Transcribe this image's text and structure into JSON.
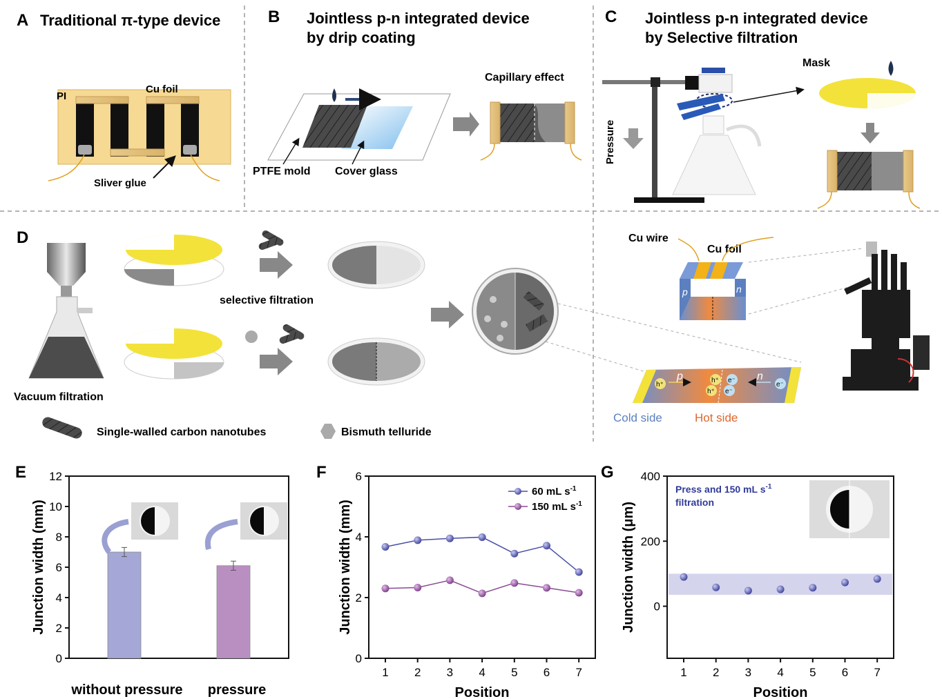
{
  "panels": {
    "A": {
      "letter": "A",
      "title": "Traditional π-type device",
      "labels": {
        "pi": "PI",
        "cu_foil": "Cu foil",
        "glue": "Sliver glue"
      }
    },
    "B": {
      "letter": "B",
      "title_line1": "Jointless p-n integrated device",
      "title_line2": "by drip coating",
      "labels": {
        "capillary": "Capillary effect",
        "ptfe": "PTFE mold",
        "cover_glass": "Cover glass"
      }
    },
    "C": {
      "letter": "C",
      "title_line1": "Jointless p-n integrated device",
      "title_line2": "by Selective filtration",
      "labels": {
        "mask": "Mask",
        "pressure": "Pressure"
      }
    },
    "D": {
      "letter": "D",
      "labels": {
        "vacuum": "Vacuum filtration",
        "selective": "selective filtration",
        "swcnt": "Single-walled carbon nanotubes",
        "bite": "Bismuth telluride",
        "cu_wire": "Cu wire",
        "cu_foil": "Cu foil",
        "p": "p",
        "n": "n",
        "cold": "Cold side",
        "hot": "Hot side",
        "hole": "h⁺",
        "electron": "e⁻"
      }
    },
    "E": {
      "letter": "E"
    },
    "F": {
      "letter": "F"
    },
    "G": {
      "letter": "G",
      "annotation_line1": "Press and 150 mL s",
      "annotation_sup": "-1",
      "annotation_line2": "filtration"
    }
  },
  "colors": {
    "yellow": "#f3e23a",
    "orange": "#e9793a",
    "blue": "#5b7fbf",
    "bar_blue": "#a5a8d6",
    "bar_purple": "#b98fc2",
    "series_blue": "#4a4ea8",
    "series_purple": "#8a4a94"
  },
  "chart_data": [
    {
      "id": "E",
      "type": "bar",
      "categories": [
        "without pressure",
        "pressure"
      ],
      "values": [
        7.0,
        6.1
      ],
      "errors": [
        0.3,
        0.3
      ],
      "colors": [
        "#a5a8d6",
        "#b98fc2"
      ],
      "xlabel": "",
      "ylabel": "Junction width (mm)",
      "ylim": [
        0,
        12
      ],
      "yticks": [
        0,
        2,
        4,
        6,
        8,
        10,
        12
      ]
    },
    {
      "id": "F",
      "type": "line",
      "x": [
        1,
        2,
        3,
        4,
        5,
        6,
        7
      ],
      "series": [
        {
          "name": "60 mL s",
          "sup": "-1",
          "values": [
            3.67,
            3.89,
            3.95,
            3.99,
            3.45,
            3.71,
            2.84
          ],
          "color": "#4a4ea8"
        },
        {
          "name": "150 mL s",
          "sup": "-1",
          "values": [
            2.3,
            2.33,
            2.57,
            2.14,
            2.48,
            2.32,
            2.16
          ],
          "color": "#8a4a94"
        }
      ],
      "xlabel": "Position",
      "ylabel": "Junction width (mm)",
      "ylim": [
        0,
        6
      ],
      "yticks": [
        0,
        2,
        4,
        6
      ],
      "legend": "top-right"
    },
    {
      "id": "G",
      "type": "scatter",
      "x": [
        1,
        2,
        3,
        4,
        5,
        6,
        7
      ],
      "values": [
        90,
        58,
        48,
        52,
        57,
        73,
        84
      ],
      "band": [
        35,
        100
      ],
      "xlabel": "Position",
      "ylabel": "Junction width (μm)",
      "ylim": [
        -160,
        400
      ],
      "yticks": [
        0,
        200,
        400
      ]
    }
  ]
}
